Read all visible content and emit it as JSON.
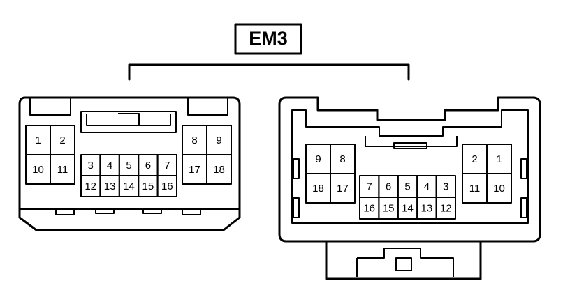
{
  "connector": {
    "title": "EM3"
  },
  "left_connector": {
    "pins": [
      "1",
      "2",
      "10",
      "11",
      "8",
      "9",
      "17",
      "18",
      "3",
      "4",
      "5",
      "6",
      "7",
      "12",
      "13",
      "14",
      "15",
      "16"
    ]
  },
  "right_connector": {
    "pins": [
      "9",
      "8",
      "18",
      "17",
      "2",
      "1",
      "11",
      "10",
      "7",
      "6",
      "5",
      "4",
      "3",
      "16",
      "15",
      "14",
      "13",
      "12"
    ]
  }
}
